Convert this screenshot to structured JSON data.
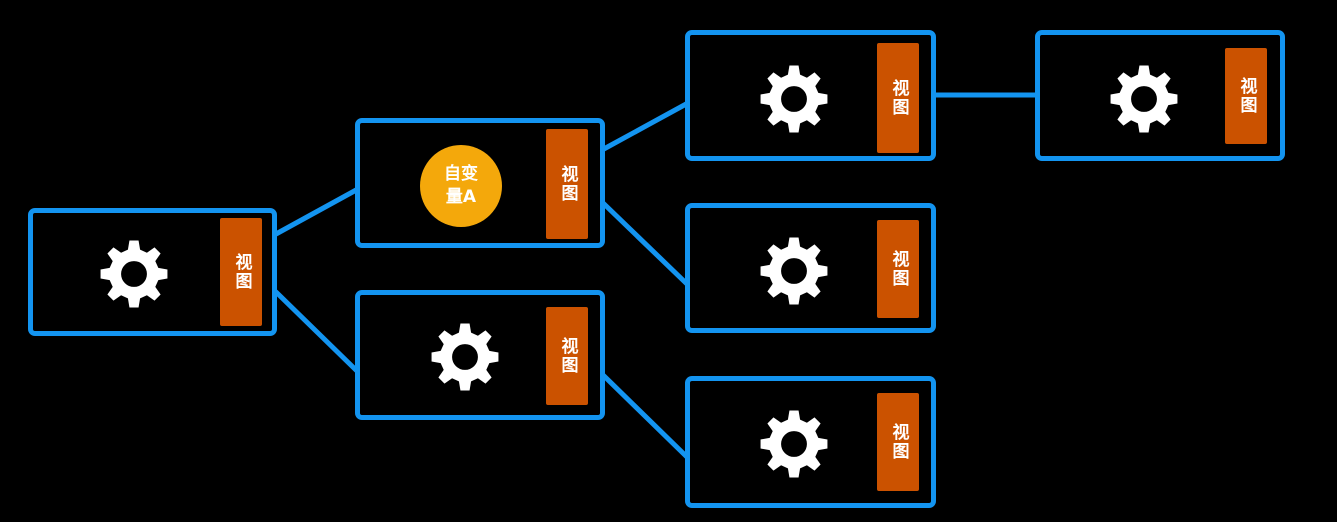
{
  "colors": {
    "background": "#000000",
    "node_border": "#1394f0",
    "connector": "#1394f0",
    "view_tag": "#cb5200",
    "state_circle": "#f4a80b",
    "gear": "#ffffff"
  },
  "nodes": [
    {
      "id": "root",
      "content": "gear-icon",
      "view_label": "视图"
    },
    {
      "id": "mid-top",
      "content": "state-circle",
      "state_label": "自变量A",
      "view_label": "视图"
    },
    {
      "id": "mid-bottom",
      "content": "gear-icon",
      "view_label": "视图"
    },
    {
      "id": "right-1",
      "content": "gear-icon",
      "view_label": "视图"
    },
    {
      "id": "right-2",
      "content": "gear-icon",
      "view_label": "视图"
    },
    {
      "id": "right-3",
      "content": "gear-icon",
      "view_label": "视图"
    },
    {
      "id": "far-right",
      "content": "gear-icon",
      "view_label": "视图"
    }
  ],
  "edges": [
    {
      "from": "root",
      "to": "mid-top"
    },
    {
      "from": "root",
      "to": "mid-bottom"
    },
    {
      "from": "mid-top",
      "to": "right-1"
    },
    {
      "from": "mid-top",
      "to": "right-2"
    },
    {
      "from": "mid-bottom",
      "to": "right-3"
    },
    {
      "from": "right-1",
      "to": "far-right"
    }
  ]
}
